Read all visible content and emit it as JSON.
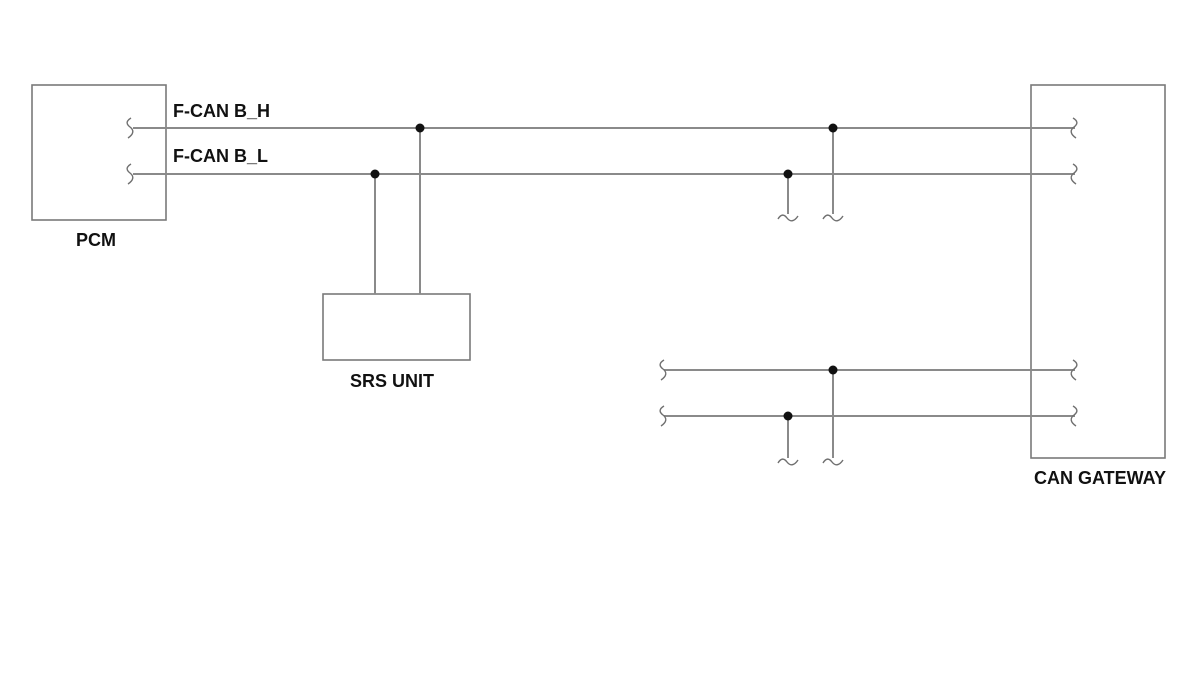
{
  "diagram": {
    "signals": {
      "high": "F-CAN B_H",
      "low": "F-CAN B_L"
    },
    "modules": {
      "pcm": "PCM",
      "srs": "SRS UNIT",
      "gateway": "CAN GATEWAY"
    },
    "colors": {
      "wire": "#8a8a8a",
      "box": "#7a7a7a",
      "junction": "#111111",
      "text": "#111111",
      "background": "#ffffff"
    }
  }
}
